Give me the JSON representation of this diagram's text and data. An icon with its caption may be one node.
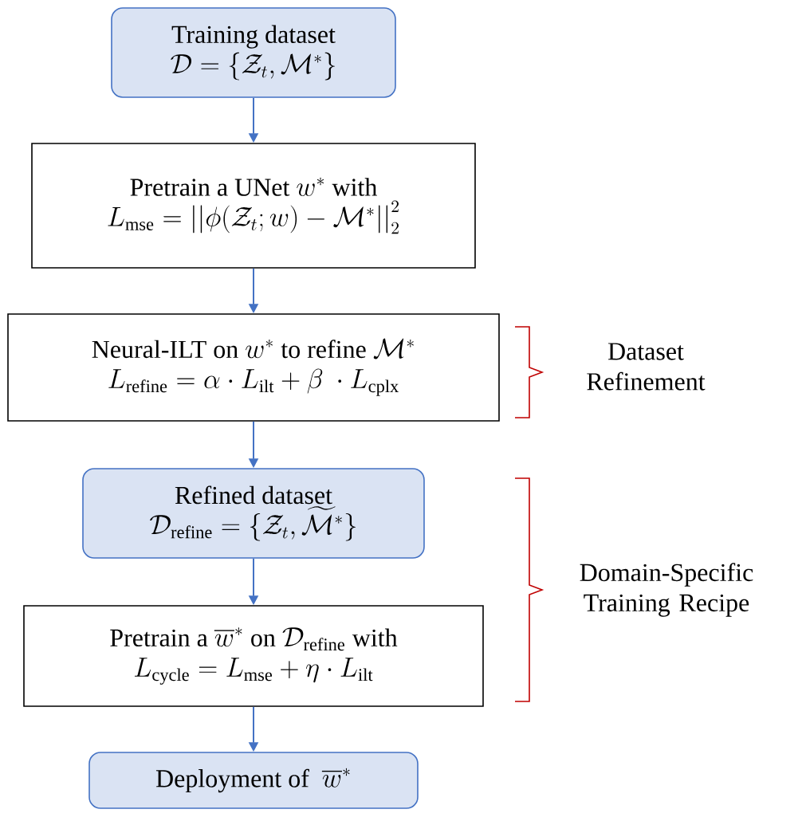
{
  "diagram": {
    "nodes": [
      {
        "text": [
          "Training dataset",
          "\\mathcal{D} = \\{\\mathcal{Z}_t, \\mathcal{M}^*\\}"
        ]
      },
      {
        "text": [
          "\\text{Pretrain a UNet } w^* \\text{ with}",
          "L_{\\mathrm{mse}} = \\left|\\left|\\phi(\\mathcal{Z}_t; w) - \\mathcal{M}^*\\right|\\right|_2^2"
        ]
      },
      {
        "text": [
          "\\text{Neural-ILT on } w^* \\text{ to refine } \\mathcal{M}^*",
          "L_{\\mathrm{refine}} = \\alpha \\cdot L_{\\mathrm{ilt}} + \\beta\\ \\cdot L_{\\mathrm{cplx}}"
        ]
      },
      {
        "text": [
          "Refined dataset",
          "\\mathcal{D}_{\\mathrm{refine}} = \\{\\mathcal{Z}_t, \\widetilde{\\mathcal{M}}^*\\}"
        ]
      },
      {
        "text": [
          "\\text{Pretrain a } \\overline{w}^* \\text{ on } \\mathcal{D}_{\\mathrm{refine}} \\text{ with}",
          "L_{\\mathrm{cycle}} = L_{\\mathrm{mse}} + \\eta \\cdot L_{\\mathrm{ilt}}"
        ]
      },
      {
        "text": [
          "\\text{Deployment of }\\ \\overline{w}^*"
        ]
      }
    ],
    "edges": [
      {
        "from": 0,
        "to": 1,
        "arrow": "to"
      },
      {
        "from": 1,
        "to": 2,
        "arrow": "to"
      },
      {
        "from": 2,
        "to": 3,
        "arrow": "to"
      },
      {
        "from": 3,
        "to": 4,
        "arrow": "to"
      },
      {
        "from": 4,
        "to": 5,
        "arrow": "to"
      }
    ],
    "labels": [
      "Dataset Refinement",
      "Domain-Specific Training Recipe"
    ]
  }
}
